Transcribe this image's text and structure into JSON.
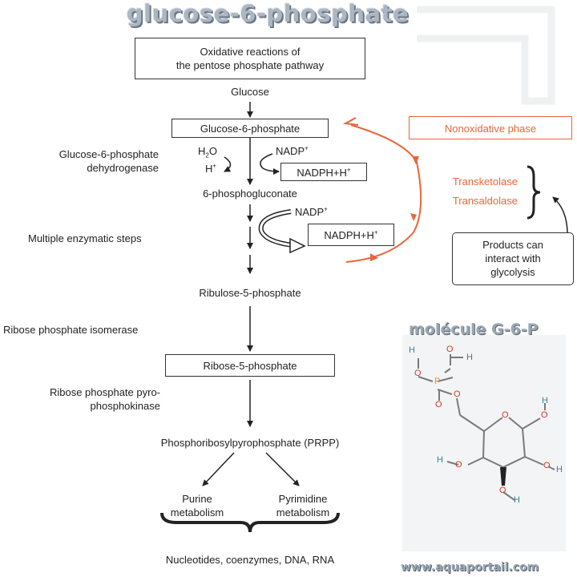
{
  "title": "glucose-6-phosphate",
  "top_box": {
    "line1": "Oxidative reactions of",
    "line2": "the pentose phosphate pathway"
  },
  "glucose": "Glucose",
  "g6p": "Glucose-6-phosphate",
  "enzyme_g6pd": {
    "line1": "Glucose-6-phosphate",
    "line2": "dehydrogenase"
  },
  "water": {
    "main": "H",
    "sub": "2",
    "end": "O"
  },
  "hplus": {
    "main": "H",
    "sup": "+"
  },
  "nadp1": {
    "main": "NADP",
    "sup": "+"
  },
  "nadph1": {
    "main": "NADPH+H",
    "sup": "+"
  },
  "pgluconate": "6-phosphogluconate",
  "nadp2": {
    "main": "NADP",
    "sup": "+"
  },
  "multi_steps": "Multiple enzymatic steps",
  "nadph2": {
    "main": "NADPH+H",
    "sup": "+"
  },
  "ru5p": "Ribulose-5-phosphate",
  "isomerase": "Ribose phosphate isomerase",
  "r5p": "Ribose-5-phosphate",
  "pyrophosphokinase": {
    "line1": "Ribose phosphate pyro-",
    "line2": "phosphokinase"
  },
  "prpp": "Phosphoribosylpyrophosphate (PRPP)",
  "purine": {
    "line1": "Purine",
    "line2": "metabolism"
  },
  "pyrimidine": {
    "line1": "Pyrimidine",
    "line2": "metabolism"
  },
  "nucleotides": "Nucleotides, coenzymes, DNA, RNA",
  "nonoxidative": "Nonoxidative phase",
  "transketolase": "Transketolase",
  "transaldolase": "Transaldolase",
  "products": {
    "line1": "Products can",
    "line2": "interact with",
    "line3": "glycolysis"
  },
  "molecule_title": "molécule G-6-P",
  "atoms": {
    "h": "H",
    "o": "O",
    "p": "P"
  },
  "footer": "www.aquaportail.com",
  "colors": {
    "orange": "#e8653a",
    "oxygen": "#d23a2a",
    "hydrogen": "#3a7fa0",
    "phosphorus": "#e0952a",
    "title_gray": "#aab6c2"
  }
}
